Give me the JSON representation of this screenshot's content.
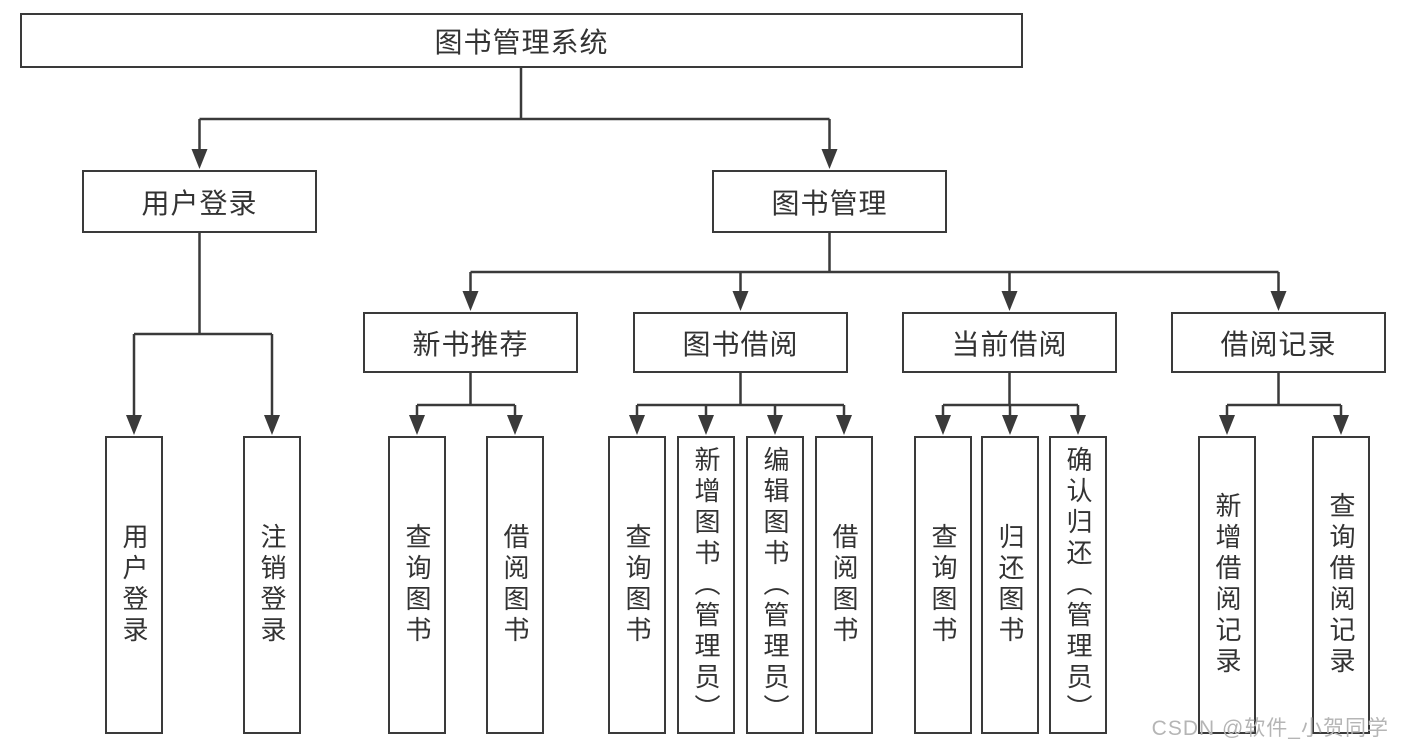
{
  "diagram": {
    "title": "图书管理系统",
    "root": "图书管理系统",
    "level2": [
      "用户登录",
      "图书管理"
    ],
    "level3": [
      "新书推荐",
      "图书借阅",
      "当前借阅",
      "借阅记录"
    ],
    "level4": {
      "user_login": [
        "用户登录",
        "注销登录"
      ],
      "new_book_recommend": [
        "查询图书",
        "借阅图书"
      ],
      "book_borrow": [
        "查询图书",
        "新增图书（管理员）",
        "编辑图书（管理员）",
        "借阅图书"
      ],
      "current_borrow": [
        "查询图书",
        "归还图书",
        "确认归还（管理员）"
      ],
      "borrow_record": [
        "新增借阅记录",
        "查询借阅记录"
      ]
    }
  },
  "watermark": "CSDN @软件_小贺同学",
  "colors": {
    "line": "#3a3a3a",
    "box_border": "#3a3a3a",
    "box_fill": "#ffffff",
    "text": "#333333",
    "watermark": "#b5b5b5",
    "background": "#ffffff"
  }
}
